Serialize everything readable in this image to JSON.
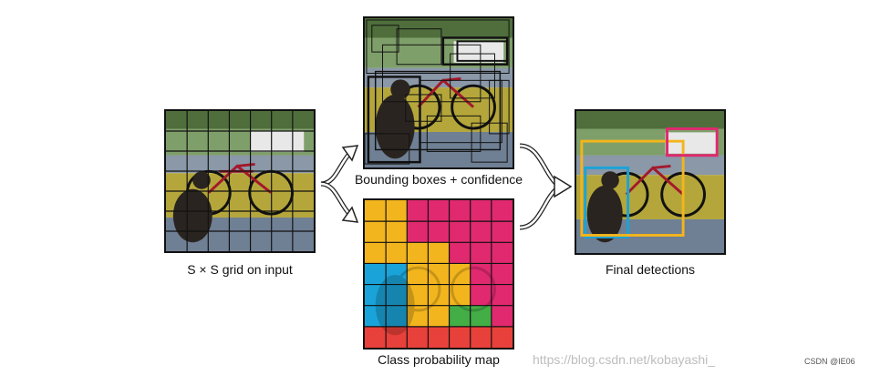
{
  "captions": {
    "input": "S × S grid on input",
    "bboxes": "Bounding boxes + confidence",
    "classmap": "Class probability map",
    "final": "Final detections"
  },
  "watermark": "https://blog.csdn.net/kobayashi_",
  "credit": "CSDN @IE06",
  "grid_size": 7,
  "class_colors": {
    "yellow": "#f2b51d",
    "magenta": "#e0296f",
    "cyan": "#1aa3d8",
    "green": "#43ad46",
    "red": "#e8403a"
  },
  "class_map": [
    [
      "yellow",
      "yellow",
      "magenta",
      "magenta",
      "magenta",
      "magenta",
      "magenta"
    ],
    [
      "yellow",
      "yellow",
      "magenta",
      "magenta",
      "magenta",
      "magenta",
      "magenta"
    ],
    [
      "yellow",
      "yellow",
      "yellow",
      "yellow",
      "magenta",
      "magenta",
      "magenta"
    ],
    [
      "cyan",
      "cyan",
      "yellow",
      "yellow",
      "yellow",
      "magenta",
      "magenta"
    ],
    [
      "cyan",
      "cyan",
      "yellow",
      "yellow",
      "yellow",
      "magenta",
      "magenta"
    ],
    [
      "cyan",
      "cyan",
      "yellow",
      "yellow",
      "green",
      "green",
      "magenta"
    ],
    [
      "red",
      "red",
      "red",
      "red",
      "red",
      "red",
      "red"
    ]
  ],
  "detection_colors": {
    "dog": "#1aa3d8",
    "bicycle": "#f2b51d",
    "car": "#e0296f"
  }
}
